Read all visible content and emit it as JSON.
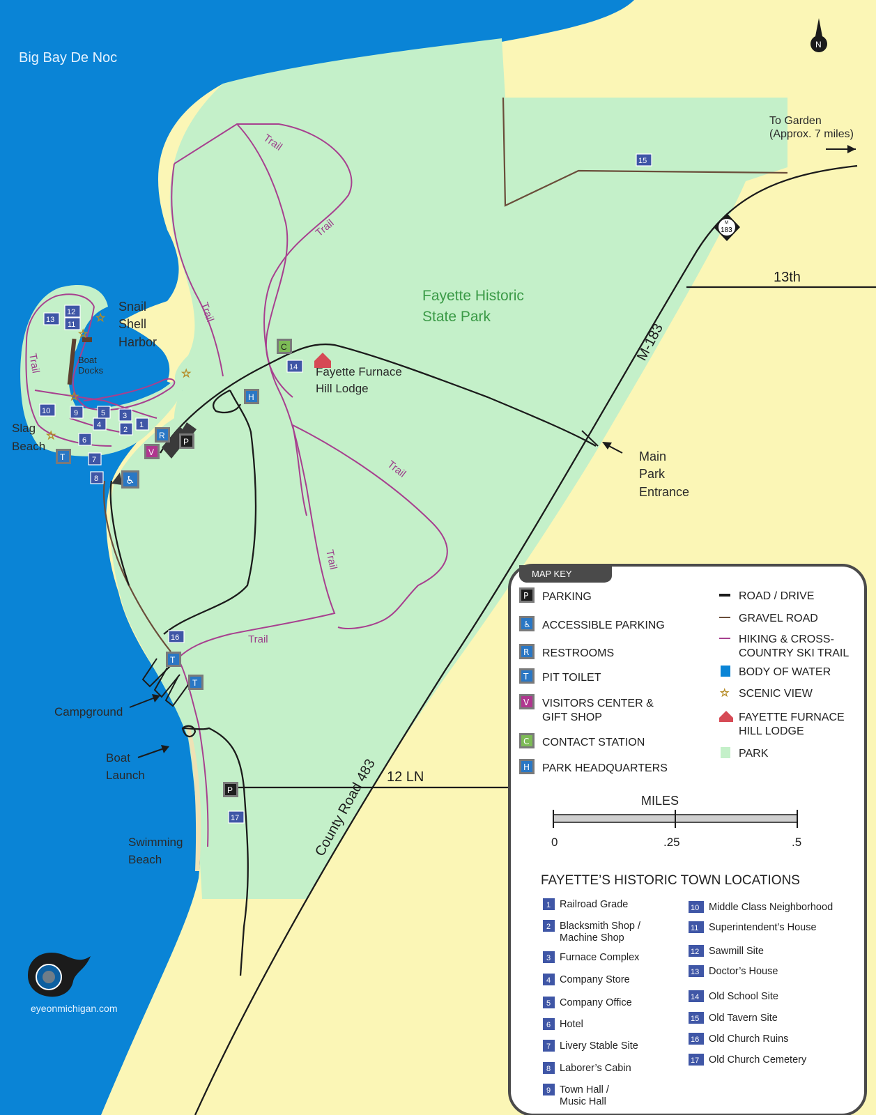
{
  "water_name": "Big Bay De Noc",
  "park_name": [
    "Fayette Historic",
    "State Park"
  ],
  "harbor_name": [
    "Snail",
    "Shell",
    "Harbor"
  ],
  "boat_docks": [
    "Boat",
    "Docks"
  ],
  "slag_beach": [
    "Slag",
    "Beach"
  ],
  "lodge_name": [
    "Fayette Furnace",
    "Hill Lodge"
  ],
  "main_entrance": [
    "Main",
    "Park",
    "Entrance"
  ],
  "campground": "Campground",
  "boat_launch": [
    "Boat",
    "Launch"
  ],
  "swimming_beach": [
    "Swimming",
    "Beach"
  ],
  "to_garden": [
    "To Garden",
    "(Approx. 7 miles)"
  ],
  "road_13th": "13th",
  "road_m183": "M-183",
  "road_12ln": "12 LN",
  "road_county": "County Road 483",
  "route_shield": {
    "top": "M",
    "number": "183"
  },
  "trail_label": "Trail",
  "north_label": "N",
  "site_credit": "eyeonmichigan.com",
  "map_key": {
    "title": "MAP KEY",
    "left": [
      {
        "symbol": "P",
        "color": "#1e1e1e",
        "label": [
          "PARKING"
        ]
      },
      {
        "symbol": "♿",
        "color": "#2a77c4",
        "label": [
          "ACCESSIBLE PARKING"
        ]
      },
      {
        "symbol": "R",
        "color": "#2a77c4",
        "label": [
          "RESTROOMS"
        ]
      },
      {
        "symbol": "T",
        "color": "#2a77c4",
        "label": [
          "PIT TOILET"
        ]
      },
      {
        "symbol": "V",
        "color": "#b0368f",
        "label": [
          "VISITORS CENTER &",
          "GIFT SHOP"
        ]
      },
      {
        "symbol": "C",
        "color": "#7dbb56",
        "label": [
          "CONTACT STATION"
        ]
      },
      {
        "symbol": "H",
        "color": "#2a77c4",
        "label": [
          "PARK HEADQUARTERS"
        ]
      }
    ],
    "right": [
      {
        "type": "road",
        "label": [
          "ROAD / DRIVE"
        ]
      },
      {
        "type": "gravel",
        "label": [
          "GRAVEL ROAD"
        ]
      },
      {
        "type": "trail",
        "label": [
          "HIKING & CROSS-",
          "COUNTRY SKI TRAIL"
        ]
      },
      {
        "type": "water",
        "label": [
          "BODY OF WATER"
        ]
      },
      {
        "type": "scenic",
        "label": [
          "SCENIC VIEW"
        ]
      },
      {
        "type": "lodge",
        "label": [
          "FAYETTE FURNACE",
          "HILL LODGE"
        ]
      },
      {
        "type": "park",
        "label": [
          "PARK"
        ]
      }
    ]
  },
  "scale": {
    "title": "MILES",
    "ticks": [
      "0",
      ".25",
      ".5"
    ]
  },
  "locations_title": "FAYETTE’S HISTORIC TOWN LOCATIONS",
  "locations": [
    {
      "n": "1",
      "name": [
        "Railroad Grade"
      ]
    },
    {
      "n": "2",
      "name": [
        "Blacksmith Shop /",
        "Machine Shop"
      ]
    },
    {
      "n": "3",
      "name": [
        "Furnace Complex"
      ]
    },
    {
      "n": "4",
      "name": [
        "Company Store"
      ]
    },
    {
      "n": "5",
      "name": [
        "Company Office"
      ]
    },
    {
      "n": "6",
      "name": [
        "Hotel"
      ]
    },
    {
      "n": "7",
      "name": [
        "Livery Stable Site"
      ]
    },
    {
      "n": "8",
      "name": [
        "Laborer’s Cabin"
      ]
    },
    {
      "n": "9",
      "name": [
        "Town Hall /",
        "Music Hall"
      ]
    },
    {
      "n": "10",
      "name": [
        "Middle Class Neighborhood"
      ]
    },
    {
      "n": "11",
      "name": [
        "Superintendent’s House"
      ]
    },
    {
      "n": "12",
      "name": [
        "Sawmill Site"
      ]
    },
    {
      "n": "13",
      "name": [
        "Doctor’s House"
      ]
    },
    {
      "n": "14",
      "name": [
        "Old School Site"
      ]
    },
    {
      "n": "15",
      "name": [
        "Old Tavern Site"
      ]
    },
    {
      "n": "16",
      "name": [
        "Old Church Ruins"
      ]
    },
    {
      "n": "17",
      "name": [
        "Old Church Cemetery"
      ]
    }
  ],
  "colors": {
    "water": "#0a84d6",
    "land": "#fbf6b6",
    "park": "#c4f0c9",
    "trail": "#a7408f",
    "road": "#1b1b1b"
  }
}
